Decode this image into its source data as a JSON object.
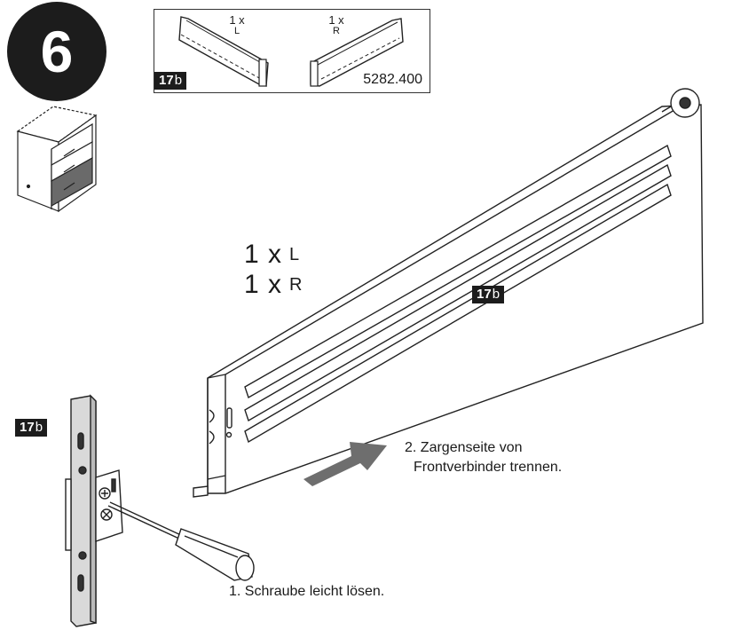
{
  "step": {
    "number": "6"
  },
  "partbox": {
    "left_qty": "1 x",
    "left_side": "L",
    "right_qty": "1 x",
    "right_side": "R",
    "tag_number": "17",
    "tag_suffix": "b",
    "article_number": "5282.400"
  },
  "quantity": {
    "line1_qty": "1 x",
    "line1_side": "L",
    "line2_qty": "1 x",
    "line2_side": "R"
  },
  "labels": {
    "rail_tag_number": "17",
    "rail_tag_suffix": "b",
    "bracket_tag_number": "17",
    "bracket_tag_suffix": "b"
  },
  "instructions": {
    "step1": "1. Schraube  leicht lösen.",
    "step2_line1": "2. Zargenseite von",
    "step2_line2": "Frontverbinder trennen."
  },
  "colors": {
    "badge": "#1c1c1c",
    "arrow": "#6e6e6e",
    "drawer_dark": "#6a6a6a",
    "bracket_fill": "#d9d9d9"
  }
}
